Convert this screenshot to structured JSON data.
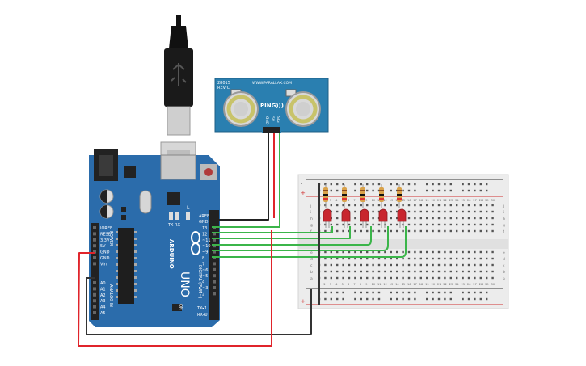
{
  "sensor": {
    "part_number": "28015",
    "revision": "REV C",
    "website": "WWW.PARALLAX.COM",
    "name": "PING)))",
    "pins": [
      "GND",
      "5V",
      "SIG"
    ]
  },
  "arduino": {
    "brand": "ARDUINO",
    "model": "UNO",
    "aref": "AREF",
    "gnd_top": "GND",
    "digital_label": "DIGITAL (PWM~)",
    "power_label": "POWER",
    "analog_label": "ANALOG IN",
    "tx": "TX",
    "rx": "RX",
    "tx_pin": "TX▸1",
    "rx_pin": "RX◂0",
    "l_led": "L",
    "on_led": "ON",
    "digital_pins": [
      "13",
      "12",
      "~11",
      "~10",
      "~9",
      "8",
      "7",
      "~6",
      "~5",
      "4",
      "~3",
      "2"
    ],
    "power_pins": [
      "IOREF",
      "RESET",
      "3.3V",
      "5V",
      "GND",
      "GND",
      "Vin"
    ],
    "analog_pins": [
      "A0",
      "A1",
      "A2",
      "A3",
      "A4",
      "A5"
    ]
  },
  "breadboard": {
    "columns": [
      "1",
      "2",
      "3",
      "4",
      "5",
      "6",
      "7",
      "8",
      "9",
      "10",
      "11",
      "12",
      "13",
      "14",
      "15",
      "16",
      "17",
      "18",
      "19",
      "20",
      "21",
      "22",
      "23",
      "24",
      "25",
      "26",
      "27",
      "28",
      "29",
      "30"
    ],
    "rows_top": [
      "j",
      "i",
      "h",
      "g",
      "f"
    ],
    "rows_bottom": [
      "e",
      "d",
      "c",
      "b",
      "a"
    ],
    "rail_plus": "+",
    "rail_minus": "-"
  },
  "colors": {
    "board": "#2b6cab",
    "wire_green": "#3bb54a",
    "wire_red": "#e0242b",
    "wire_black": "#222222",
    "led_red": "#c8262e"
  }
}
